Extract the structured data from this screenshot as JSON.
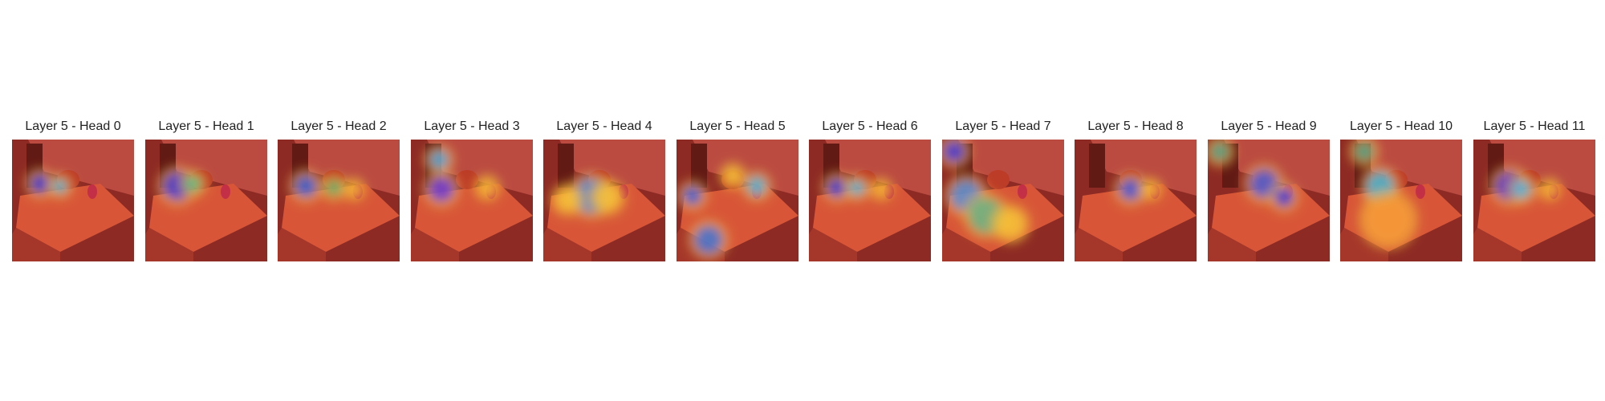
{
  "figure": {
    "panels": [
      {
        "title": "Layer 5 - Head 0"
      },
      {
        "title": "Layer 5 - Head 1"
      },
      {
        "title": "Layer 5 - Head 2"
      },
      {
        "title": "Layer 5 - Head 3"
      },
      {
        "title": "Layer 5 - Head 4"
      },
      {
        "title": "Layer 5 - Head 5"
      },
      {
        "title": "Layer 5 - Head 6"
      },
      {
        "title": "Layer 5 - Head 7"
      },
      {
        "title": "Layer 5 - Head 8"
      },
      {
        "title": "Layer 5 - Head 9"
      },
      {
        "title": "Layer 5 - Head 10"
      },
      {
        "title": "Layer 5 - Head 11"
      }
    ]
  }
}
